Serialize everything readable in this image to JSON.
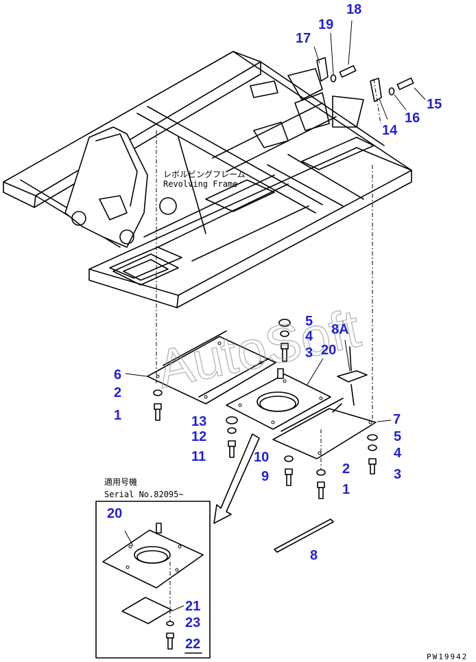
{
  "drawing": {
    "frame_label_jp": "レボルビングフレーム",
    "frame_label_en": "Revolving Frame",
    "watermark": "AutoSoft",
    "inset_title_jp": "適用号機",
    "inset_serial": "Serial No.82095~",
    "drawing_code": "PW19942"
  },
  "callouts": [
    {
      "id": "c18",
      "label": "18"
    },
    {
      "id": "c19",
      "label": "19"
    },
    {
      "id": "c17",
      "label": "17"
    },
    {
      "id": "c15",
      "label": "15"
    },
    {
      "id": "c16",
      "label": "16"
    },
    {
      "id": "c14",
      "label": "14"
    },
    {
      "id": "c5a",
      "label": "5"
    },
    {
      "id": "c8A",
      "label": "8A"
    },
    {
      "id": "c4a",
      "label": "4"
    },
    {
      "id": "c3a",
      "label": "3"
    },
    {
      "id": "c20a",
      "label": "20"
    },
    {
      "id": "c6",
      "label": "6"
    },
    {
      "id": "c2a",
      "label": "2"
    },
    {
      "id": "c1a",
      "label": "1"
    },
    {
      "id": "c7",
      "label": "7"
    },
    {
      "id": "c13",
      "label": "13"
    },
    {
      "id": "c5b",
      "label": "5"
    },
    {
      "id": "c12",
      "label": "12"
    },
    {
      "id": "c4b",
      "label": "4"
    },
    {
      "id": "c11",
      "label": "11"
    },
    {
      "id": "c10",
      "label": "10"
    },
    {
      "id": "c2b",
      "label": "2"
    },
    {
      "id": "c3b",
      "label": "3"
    },
    {
      "id": "c9",
      "label": "9"
    },
    {
      "id": "c1b",
      "label": "1"
    },
    {
      "id": "c20b",
      "label": "20"
    },
    {
      "id": "c8",
      "label": "8"
    },
    {
      "id": "c21",
      "label": "21"
    },
    {
      "id": "c23",
      "label": "23"
    },
    {
      "id": "c22",
      "label": "22"
    }
  ]
}
